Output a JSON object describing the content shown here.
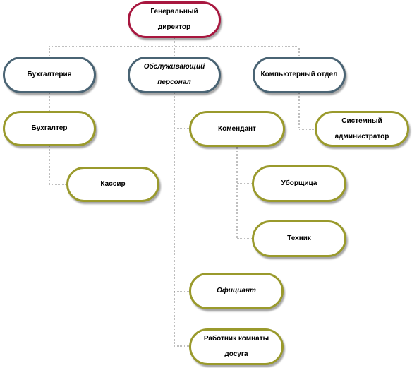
{
  "colors": {
    "director_border": "#a8173f",
    "department_border": "#4a6474",
    "staff_border": "#9a9a2c",
    "connector": "#7f7f7f"
  },
  "nodes": {
    "director": "Генеральный директор",
    "accounting": "Бухгалтерия",
    "service_staff": "Обслуживающий персонал",
    "it_dept": "Компьютерный отдел",
    "accountant": "Бухгалтер",
    "cashier": "Кассир",
    "commandant": "Комендант",
    "sysadmin": "Системный администратор",
    "cleaner": "Уборщица",
    "technician": "Техник",
    "waiter": "Официант",
    "leisure_worker": "Работник комнаты досуга"
  }
}
